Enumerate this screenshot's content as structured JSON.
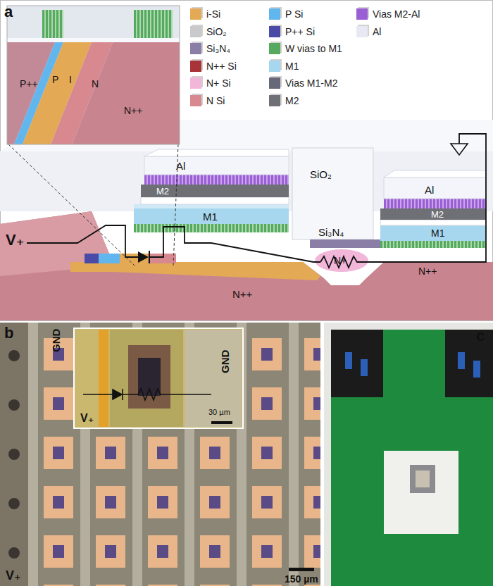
{
  "diagram": {
    "labels": [
      "a",
      "P++",
      "P",
      "I",
      "N",
      "N++",
      "Al",
      "M2",
      "SiO₂",
      "M1",
      "Si₃N₄",
      "N+",
      "V₊",
      "Al",
      "M2",
      "M1",
      "N++",
      "N++",
      "b",
      "GND",
      "GND",
      "V₊",
      "30 µm",
      "V₊",
      "150 µm",
      "c"
    ],
    "legend": [
      {
        "text": "i-Si",
        "color": "#e3a955"
      },
      {
        "text": "SiO₂",
        "color": "#c9c9cc"
      },
      {
        "text": "Si₃N₄",
        "color": "#8a7da6"
      },
      {
        "text": "N++ Si",
        "color": "#a8343a"
      },
      {
        "text": "N+ Si",
        "color": "#f2b6d9"
      },
      {
        "text": "N Si",
        "color": "#d88990"
      },
      {
        "text": "P Si",
        "color": "#62b6ee"
      },
      {
        "text": "P++ Si",
        "color": "#4b4aa6"
      },
      {
        "text": "W vias to M1",
        "color": "#56a95f"
      },
      {
        "text": "M1",
        "color": "#a7d7ef"
      },
      {
        "text": "Vias M1-M2",
        "color": "#676878"
      },
      {
        "text": "M2",
        "color": "#6e7076"
      },
      {
        "text": "Vias M2-Al",
        "color": "#9a5fd4"
      },
      {
        "text": "Al",
        "color": "#e7e8f2"
      }
    ]
  }
}
